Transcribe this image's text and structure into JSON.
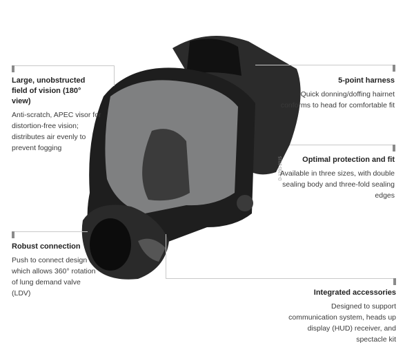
{
  "callouts": [
    {
      "title": "Large, unobstructed field of vision (180° view)",
      "body": "Anti-scratch, APEC visor for distortion-free vision; distributes air evenly to prevent fogging"
    },
    {
      "title": "5-point harness",
      "body": "Quick donning/doffing hairnet conforms to head for comfortable fit"
    },
    {
      "title": "Optimal protection and fit",
      "body": "Available in three sizes, with double sealing body and three-fold sealing edges"
    },
    {
      "title": "Robust connection",
      "body": "Push to connect design which allows 360° rotation of lung demand valve (LDV)"
    },
    {
      "title": "Integrated accessories",
      "body": "Designed to support communication system, heads up display (HUD) receiver, and spectacle kit"
    }
  ],
  "image_code": "D-1231-2015"
}
